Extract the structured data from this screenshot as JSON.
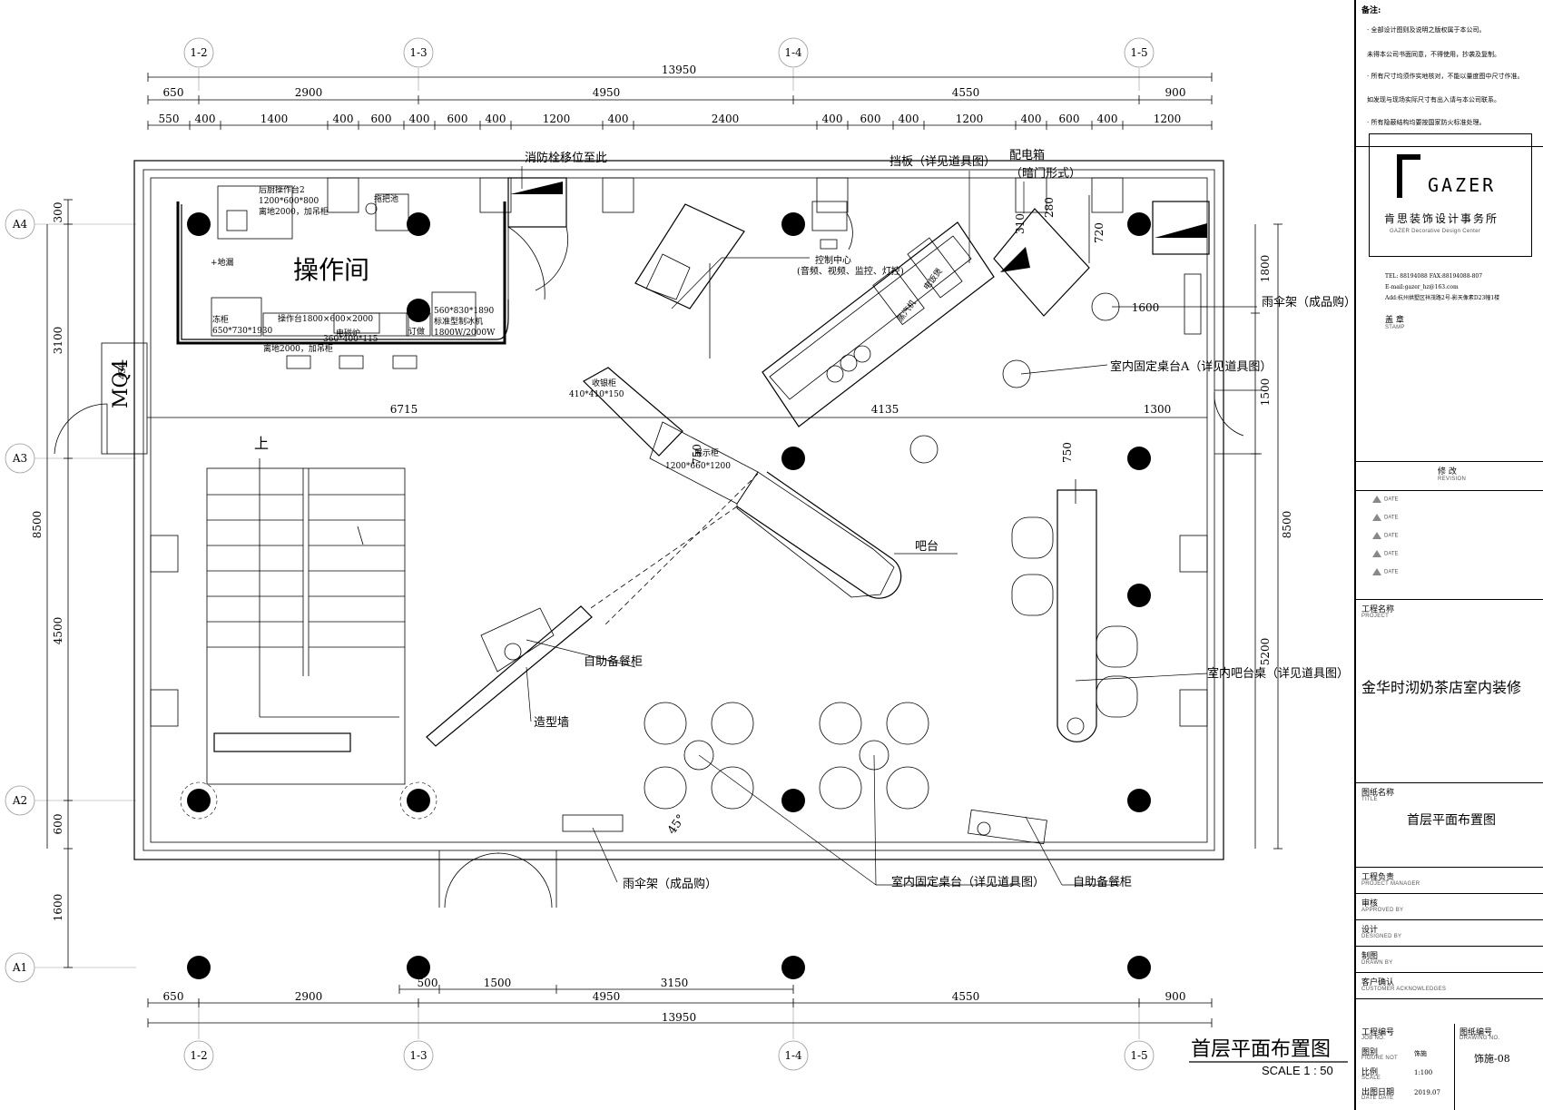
{
  "drawing": {
    "title": "首层平面布置图",
    "scale": "SCALE 1 : 50"
  },
  "grid": {
    "vertical": [
      "1-2",
      "1-3",
      "1-4",
      "1-5"
    ],
    "horizontal": [
      "A4",
      "A3",
      "A2",
      "A1"
    ]
  },
  "dimensions": {
    "top_overall": "13950",
    "top_row2": [
      "650",
      "2900",
      "4950",
      "4550",
      "900"
    ],
    "top_row3": [
      "550",
      "400",
      "1400",
      "400",
      "600",
      "400",
      "600",
      "400",
      "1200",
      "400",
      "2400",
      "400",
      "600",
      "400",
      "1200",
      "400",
      "600",
      "400",
      "1200"
    ],
    "bottom_row1": [
      "500",
      "1500",
      "3150"
    ],
    "bottom_row2": [
      "650",
      "2900",
      "4950",
      "4550",
      "900"
    ],
    "bottom_overall": "13950",
    "left": [
      "300",
      "3100",
      "8500",
      "4500",
      "600",
      "1600"
    ],
    "right": [
      "1800",
      "1500",
      "8500",
      "5200"
    ],
    "interior": [
      "6715",
      "4135",
      "1300",
      "1600",
      "750",
      "750",
      "720",
      "310",
      "280",
      "450"
    ]
  },
  "rooms": {
    "kitchen": "操作间",
    "door_tag": "MQ4"
  },
  "labels": {
    "hydrant": "消防栓移位至此",
    "baffle": "挡板（详见道具图）",
    "dist_box": "配电箱",
    "dist_box_note": "（暗门形式）",
    "umbrella_right": "雨伞架（成品购）",
    "table_a": "室内固定桌台A（详见道具图）",
    "bar": "吧台",
    "bar_table": "室内吧台桌（详见道具图）",
    "self_cabinet_1": "自助备餐柜",
    "feature_wall": "造型墙",
    "umbrella_bottom": "雨伞架（成品购）",
    "fixed_table": "室内固定桌台（详见道具图）",
    "self_cabinet_2": "自助备餐柜",
    "up": "上",
    "angle": "45°",
    "control_center": "控制中心",
    "control_center_note": "(音频、视频、监控、灯控)",
    "mop_pool": "拖把池",
    "floor_drain": "+地漏",
    "back_counter": "后厨操作台2",
    "back_counter_size": "1200*600*800",
    "back_counter_note": "离地2000，加吊柜",
    "freezer": "冻柜",
    "freezer_size": "650*730*1930",
    "counter": "操作台1800×600×2000",
    "counter_note": "离地2000，加吊柜",
    "induction": "电磁炉",
    "induction_size": "360*400*115",
    "order": "订做",
    "ice_maker": "560*830*1890",
    "ice_maker_name": "标准型制冰机",
    "ice_maker_power": "1800W/2000W",
    "cashier": "收银柜",
    "cashier_size": "410*410*150",
    "display": "展示柜",
    "display_size": "1200*660*1200",
    "rice_cooker": "电饭煲",
    "steamer": "蒸汽机"
  },
  "title_block": {
    "notes_title": "备注:",
    "notes": [
      "全部设计图则及说明之版权属于本公司。",
      "未得本公司书面同意，不得使用，抄袭及复制。",
      "所有尺寸均须作实地核对，不能以量度图中尺寸作准。",
      "如发现与现场实际尺寸有出入请与本公司联系。",
      "所有隐蔽结构均要按国家防火标准处理。"
    ],
    "logo": "GAZER",
    "company": "肯思装饰设计事务所",
    "company_en": "GAZER Decorative Design Center",
    "tel": "TEL: 88194088        FAX:88194088-807",
    "email": "E-mail:gazer_hz@163.com",
    "address": "Add:杭州拱墅区祥茂路2号-影天像素D23幢1楼",
    "stamp": "盖 章",
    "stamp_en": "STAMP",
    "revision": "修 改",
    "revision_en": "REVISION",
    "revision_date": "DATE",
    "project_name_label": "工程名称",
    "project_name_en": "PROJECT",
    "project_name": "金华时沏奶茶店室内装修",
    "drawing_name_label": "图纸名称",
    "drawing_name_en": "TITLE",
    "drawing_name": "首层平面布置图",
    "manager": "工程负责",
    "manager_en": "PROJECT MANAGER",
    "approved": "审核",
    "approved_en": "APPROVED BY",
    "designed": "设计",
    "designed_en": "DESIGNED BY",
    "drawn": "制图",
    "drawn_en": "DRAWN BY",
    "customer": "客户确认",
    "customer_en": "CUSTOMER ACKNOWLEDGES",
    "job_no": "工程编号",
    "job_no_en": "JOB NO.",
    "figure": "图别",
    "figure_en": "FIGURE NOT",
    "figure_val": "饰施",
    "scale": "比例",
    "scale_en": "SCALE",
    "scale_val": "1:100",
    "date": "出图日期",
    "date_en": "DATE DATE",
    "date_val": "2019.07",
    "drawing_no": "图纸编号",
    "drawing_no_en": "DRAWING NO.",
    "drawing_no_val": "饰施-08"
  }
}
